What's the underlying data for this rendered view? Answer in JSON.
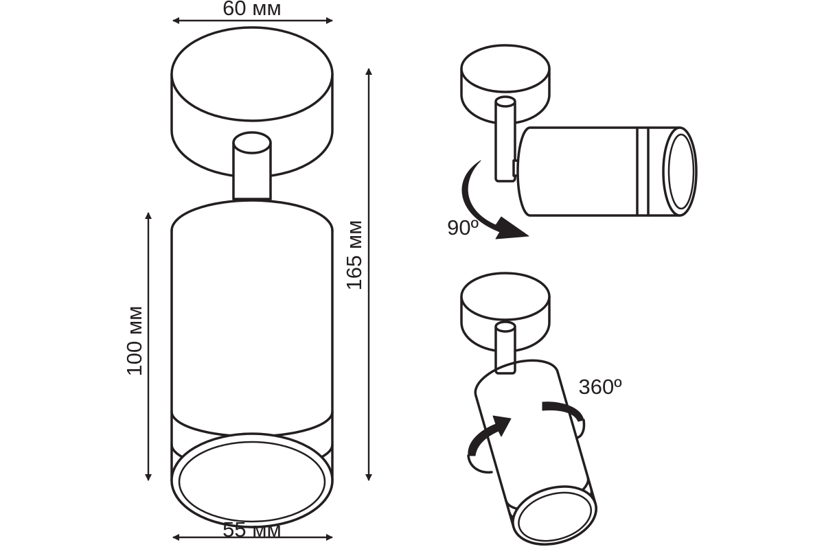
{
  "dimensions": {
    "top_width": "60 мм",
    "bottom_width": "55 мм",
    "total_height": "165 мм",
    "body_height": "100 мм"
  },
  "rotations": {
    "tilt": "90º",
    "turn": "360º"
  },
  "colors": {
    "line": "#231f20",
    "background": "#ffffff"
  }
}
